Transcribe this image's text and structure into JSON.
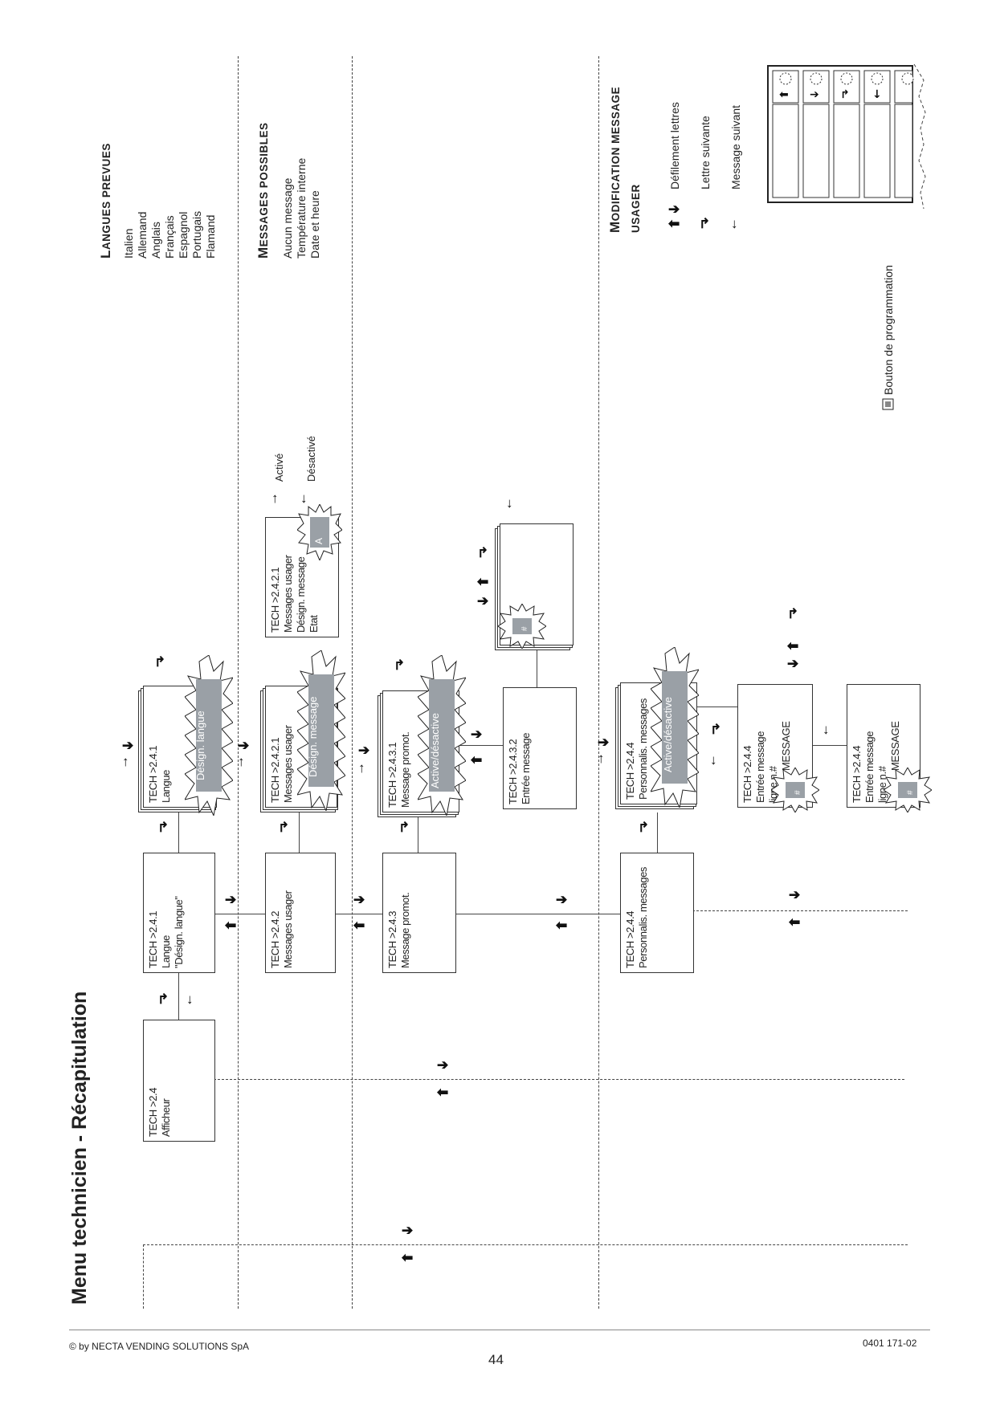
{
  "page": {
    "title": "Menu technicien - Récapitulation",
    "footer_left": "© by NECTA VENDING SOLUTIONS SpA",
    "footer_right": "0401 171-02",
    "page_number": "44"
  },
  "boxes": {
    "tech_2_4": [
      "TECH >2.4",
      "Afficheur"
    ],
    "tech_2_4_1": [
      "TECH >2.4.1",
      "Langue",
      "\"Désign. langue\""
    ],
    "tech_2_4_1_b": [
      "TECH >2.4.1",
      "Langue"
    ],
    "tech_2_4_2": [
      "TECH >2.4.2",
      "Messages usager"
    ],
    "tech_2_4_2_1_b": [
      "TECH >2.4.2.1",
      "Messages usager"
    ],
    "tech_2_4_2_1": [
      "TECH >2.4.2.1",
      "Messages usager",
      "Désign. message",
      "Etat"
    ],
    "tech_2_4_3": [
      "TECH >2.4.3",
      "Message promot."
    ],
    "tech_2_4_3_1": [
      "TECH >2.4.3.1",
      "Message promot."
    ],
    "tech_2_4_3_2": [
      "TECH >2.4.3.2",
      "Entrée message"
    ],
    "tech_2_4_4": [
      "TECH >2.4.4",
      "Personnalis. messages"
    ],
    "tech_2_4_4_b": [
      "TECH >2.4.4",
      "Personnalis. messages"
    ],
    "tech_2_4_4_c": [
      "TECH >2.4.4",
      "Entrée message",
      "ligne n.#",
      "MESSAGE"
    ],
    "tech_2_4_4_d": [
      "TECH >2.4.4",
      "Entrée message",
      "ligne n.#",
      "MESSAGE"
    ]
  },
  "bursts": {
    "design_langue": "Désign. langue",
    "design_message": "Désign. message",
    "active_desactive_1": "Active/désactive",
    "active_desactive_2": "Active/désactive",
    "a_badge": "A",
    "hash": "#"
  },
  "states": {
    "active": "Activé",
    "desactive": "Désactivé"
  },
  "legend": {
    "langues_title_cap": "L",
    "langues_title_rest": "ANGUES PREVUES",
    "langues": [
      "Italien",
      "Allemand",
      "Anglais",
      "Français",
      "Espagnol",
      "Portugais",
      "Flamand"
    ],
    "messages_title_cap": "M",
    "messages_title_rest": "ESSAGES POSSIBLES",
    "messages": [
      "Aucun message",
      "Température interne",
      "Date et heure"
    ],
    "modif_title_cap": "M",
    "modif_title_rest": "ODIFICATION MESSAGE",
    "modif_title_line2": "USAGER",
    "modif_items": [
      "Défilement lettres",
      "Lettre suivante",
      "Message suivant"
    ],
    "bouton": "Bouton de programmation"
  },
  "icons": {
    "arrow_up": "arrow-up-icon",
    "arrow_down": "arrow-down-icon",
    "arrow_return": "return-arrow-icon",
    "program_button": "program-button-icon",
    "keypad": "keypad-icon"
  }
}
